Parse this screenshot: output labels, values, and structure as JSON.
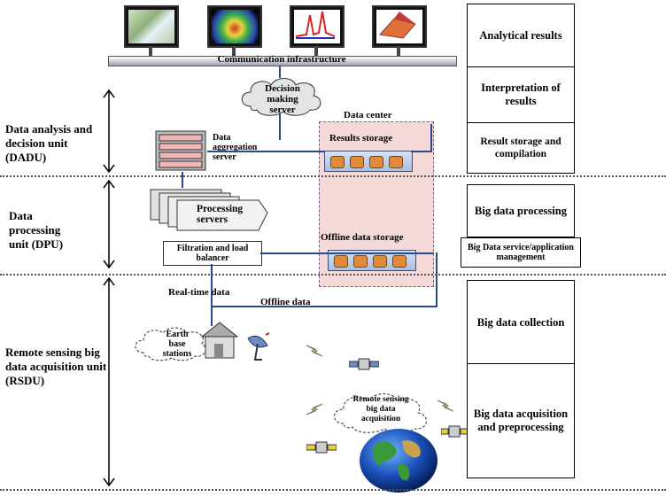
{
  "top": {
    "comm_label": "Communication infrastructure",
    "decision_server": "Decision making server",
    "data_center": "Data center",
    "results_storage": "Results storage"
  },
  "units": {
    "dadu": "Data analysis and decision unit (DADU)",
    "dpu": "Data processing unit (DPU)",
    "rsdu": "Remote sensing big data acquisition unit (RSDU)"
  },
  "dadu_parts": {
    "aggregation": "Data aggregation server"
  },
  "dpu_parts": {
    "processing": "Processing servers",
    "filtration": "Filtration and load balancer",
    "offline_storage": "Offline data storage"
  },
  "rsdu_parts": {
    "realtime": "Real-time data",
    "offline": "Offline data",
    "earth_stations": "Earth base stations",
    "remote_cloud": "Remote sensing big data acquisition"
  },
  "right_boxes": {
    "analytical": "Analytical results",
    "interpretation": "Interpretation of results",
    "storage_comp": "Result storage and compilation",
    "bigdata_proc": "Big data processing",
    "service_mgmt": "Big Data service/application management",
    "collection": "Big data collection",
    "acquisition": "Big data acquisition and preprocessing"
  },
  "colors": {
    "link": "#2c4a8a",
    "datacenter_fill": "#f5d9d9",
    "disk": "#e08a3c"
  }
}
